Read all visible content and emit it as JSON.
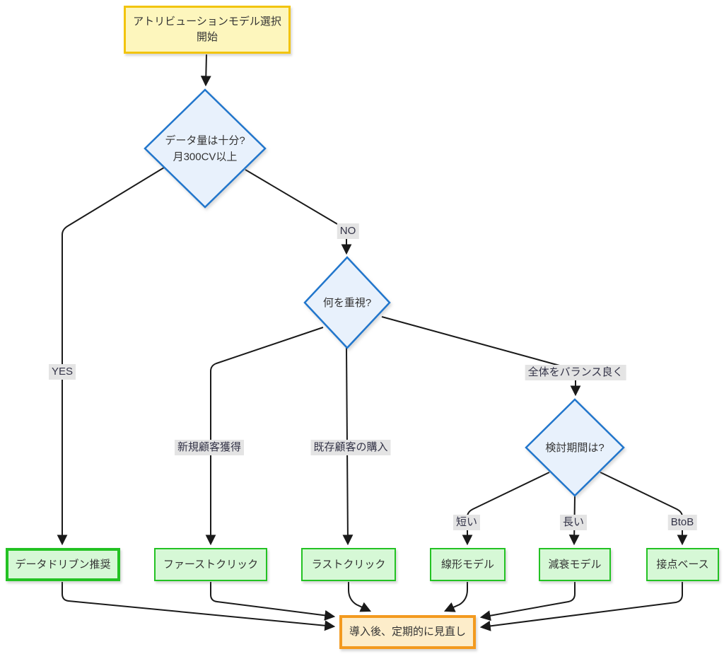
{
  "nodes": {
    "start": {
      "line1": "アトリビューションモデル選択",
      "line2": "開始"
    },
    "decision1": {
      "line1": "データ量は十分?",
      "line2": "月300CV以上"
    },
    "decision2": {
      "label": "何を重視?"
    },
    "decision3": {
      "label": "検討期間は?"
    },
    "result1": {
      "label": "データドリブン推奨"
    },
    "result2": {
      "label": "ファーストクリック"
    },
    "result3": {
      "label": "ラストクリック"
    },
    "result4": {
      "label": "線形モデル"
    },
    "result5": {
      "label": "減衰モデル"
    },
    "result6": {
      "label": "接点ベース"
    },
    "end": {
      "label": "導入後、定期的に見直し"
    }
  },
  "edge_labels": {
    "yes": "YES",
    "no": "NO",
    "new_customer": "新規顧客獲得",
    "existing_customer": "既存顧客の購入",
    "balance": "全体をバランス良く",
    "short": "短い",
    "long": "長い",
    "btob": "BtoB"
  },
  "colors": {
    "start_fill": "#fdf6bd",
    "start_stroke": "#f2c40e",
    "decision_fill": "#e8f1fc",
    "decision_stroke": "#2176cc",
    "result_fill": "#d6f8d6",
    "result_stroke": "#23c223",
    "end_fill": "#fdedca",
    "end_stroke": "#f39a1f",
    "edge": "#1a1a1a",
    "label_bg": "#e4e4e4",
    "label_text": "#333347",
    "node_text": "#333333"
  }
}
